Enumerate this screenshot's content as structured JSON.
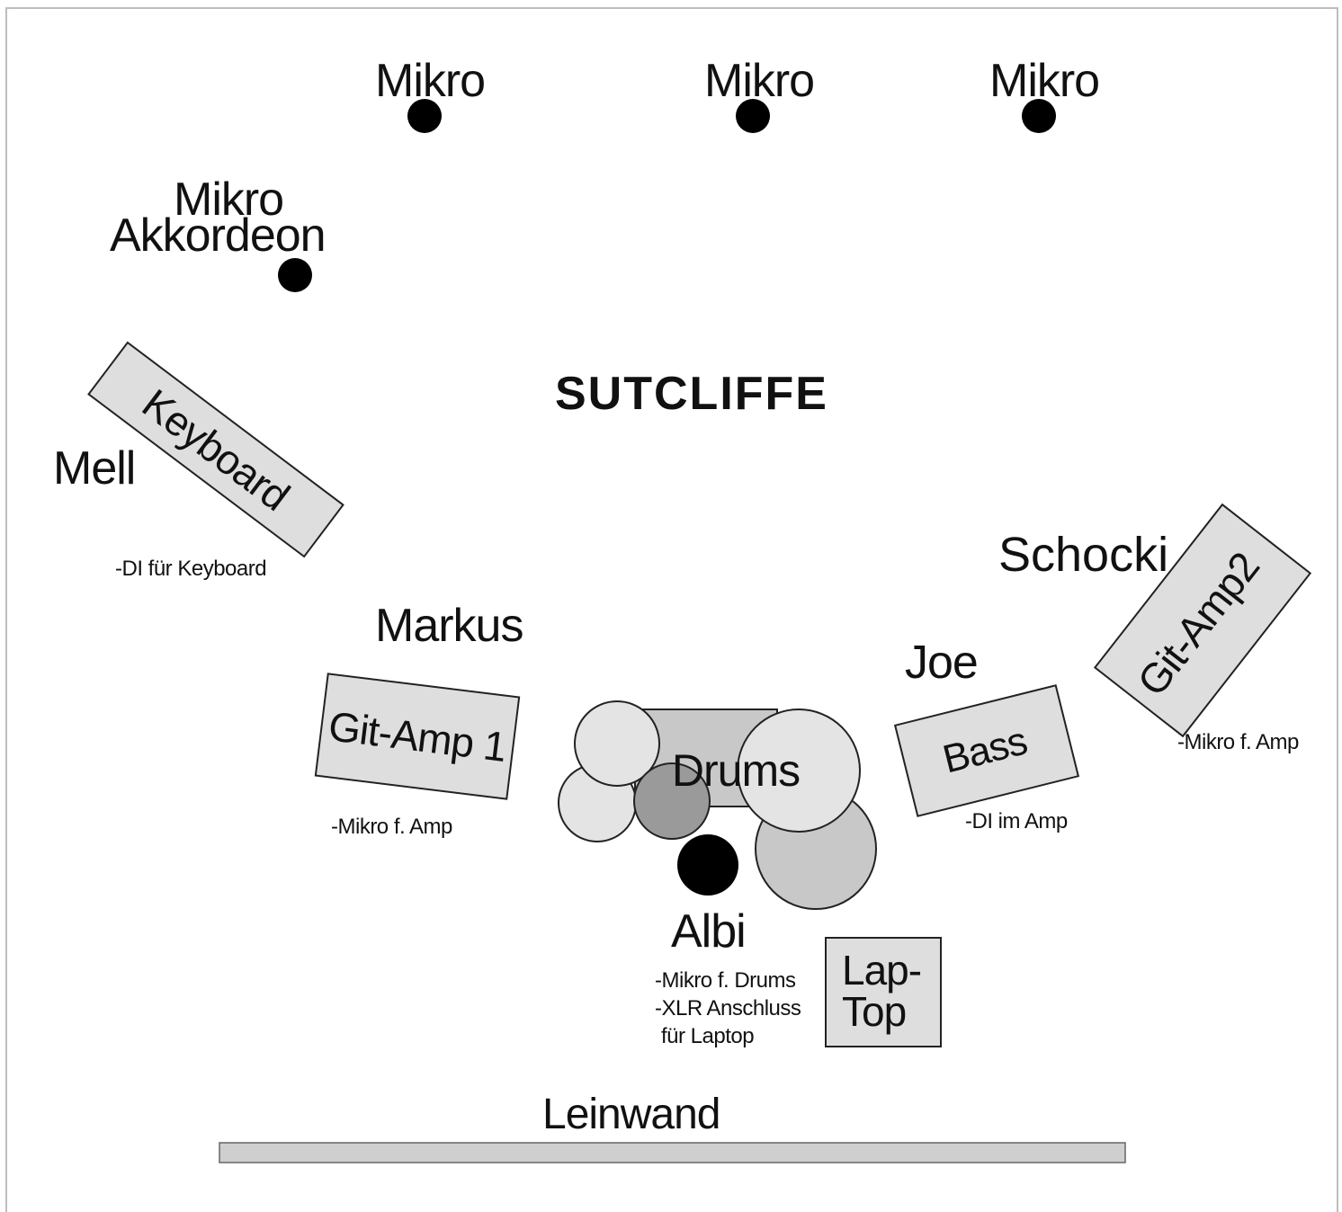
{
  "title": "SUTCLIFFE",
  "mics": {
    "center_left": "Mikro",
    "center": "Mikro",
    "center_right": "Mikro",
    "accordion_line1": "Mikro",
    "accordion_line2": "Akkordeon"
  },
  "people": {
    "mell": "Mell",
    "markus": "Markus",
    "joe": "Joe",
    "schocki": "Schocki",
    "albi": "Albi"
  },
  "equipment": {
    "keyboard": "Keyboard",
    "git_amp1": "Git-Amp 1",
    "git_amp2": "Git-Amp2",
    "bass": "Bass",
    "drums": "Drums",
    "laptop_line1": "Lap-",
    "laptop_line2": "Top"
  },
  "notes": {
    "keyboard_di": "-DI für Keyboard",
    "amp1_mic": "-Mikro f. Amp",
    "amp2_mic": "-Mikro f. Amp",
    "bass_di": "-DI im Amp",
    "drums_mic": "-Mikro f. Drums",
    "laptop_xlr_line1": "-XLR Anschluss",
    "laptop_xlr_line2": "für Laptop"
  },
  "screen": "Leinwand",
  "colors": {
    "box_fill": "#dedede",
    "drum_dark": "#9a9a9a",
    "drum_mid": "#c8c8c8",
    "drum_light": "#e4e4e4",
    "screen_fill": "#cfcfcf",
    "mic_fill": "#000000"
  }
}
